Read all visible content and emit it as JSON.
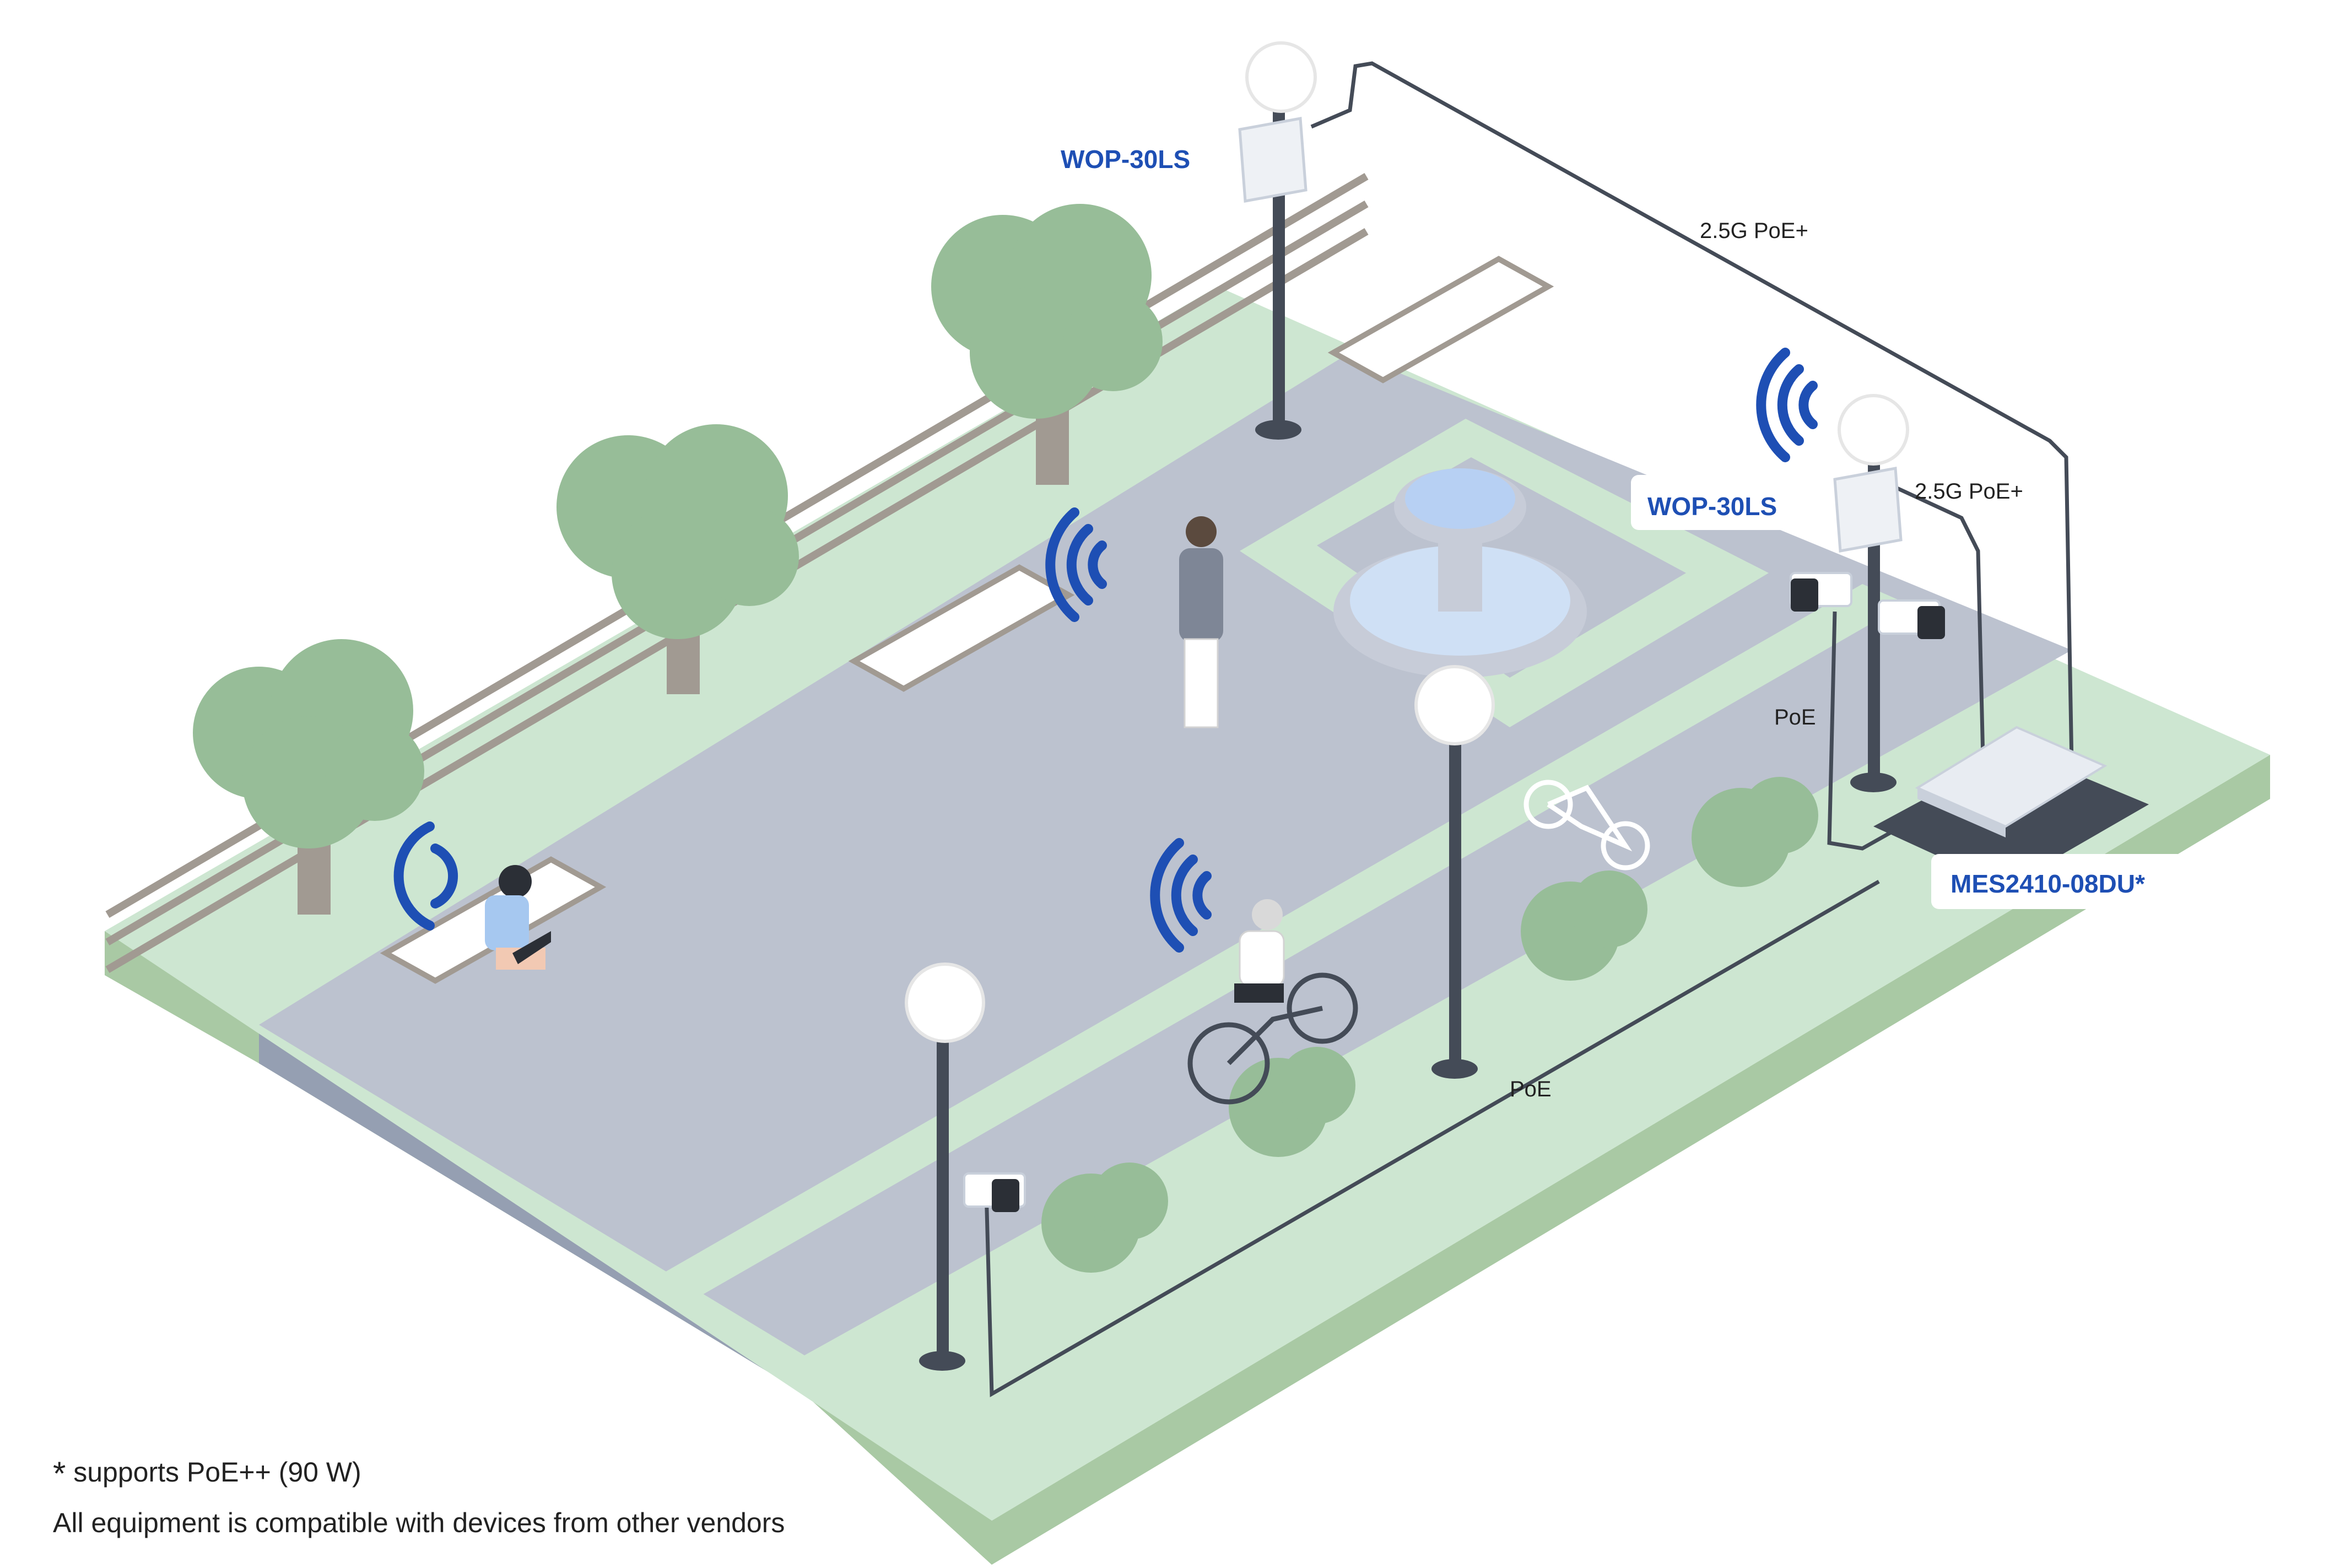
{
  "labels": {
    "ap_top": "WOP-30LS",
    "ap_right": "WOP-30LS",
    "switch": "MES2410-08DU*",
    "link_top": "2.5G PoE+",
    "link_right": "2.5G PoE+",
    "poe_camera_right": "PoE",
    "poe_camera_left": "PoE"
  },
  "footnotes": {
    "star": "*",
    "poe_note": " supports PoE++ (90 W)",
    "compat": "All equipment is compatible with devices from other vendors"
  },
  "colors": {
    "grass": "#cde6d1",
    "grass_edge": "#a9c9a4",
    "path": "#bcc2cf",
    "path_edge": "#959fb2",
    "accent": "#1e4fb4",
    "cable": "#444b57",
    "tree": "#97bd98",
    "trunk": "#a19a92"
  },
  "icons": [
    "wifi-icon",
    "camera-icon",
    "street-lamp-icon",
    "tree-icon",
    "bench-icon",
    "fountain-icon",
    "bicycle-icon",
    "switch-icon"
  ]
}
